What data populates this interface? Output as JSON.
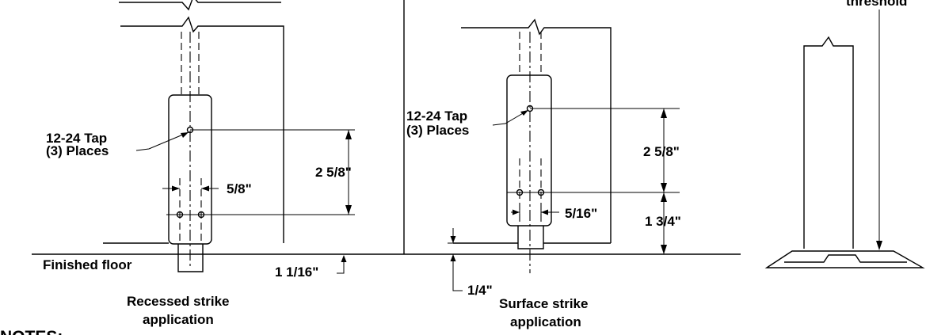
{
  "labels": {
    "threshold": "threshold",
    "tap_left_line1": "12-24 Tap",
    "tap_left_line2": "(3) Places",
    "tap_mid_line1": "12-24 Tap",
    "tap_mid_line2": "(3) Places",
    "dim_left_height": "2 5/8\"",
    "dim_left_width": "5/8\"",
    "dim_left_floor": "1 1/16\"",
    "dim_mid_height": "2 5/8\"",
    "dim_mid_width": "5/16\"",
    "dim_mid_lower": "1 3/4\"",
    "dim_mid_floor": "1/4\"",
    "finished_floor": "Finished floor",
    "recessed_line1": "Recessed strike",
    "recessed_line2": "application",
    "surface_line1": "Surface strike",
    "surface_line2": "application",
    "notes": "NOTES:"
  },
  "colors": {
    "ink": "#000000",
    "background": "#ffffff"
  }
}
